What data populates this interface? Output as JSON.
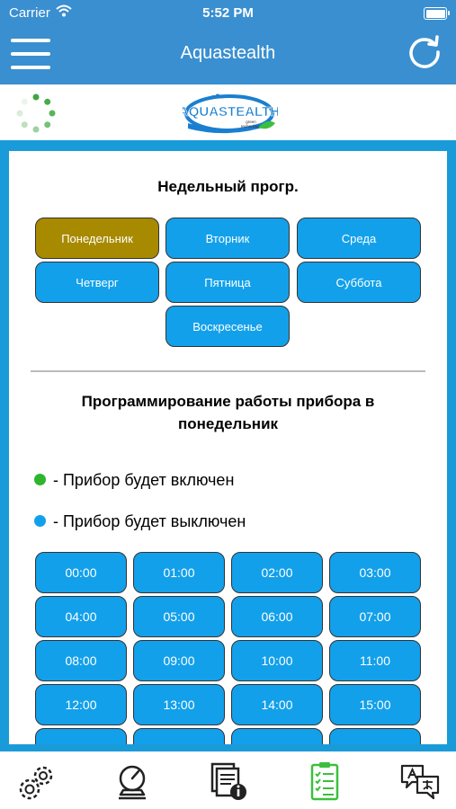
{
  "status_bar": {
    "carrier": "Carrier",
    "time": "5:52 PM"
  },
  "nav": {
    "title": "Aquastealth"
  },
  "logo": {
    "text": "AQUASTEALTH",
    "tagline_1": "green",
    "tagline_2": "technology"
  },
  "weekly": {
    "title": "Недельный прогр.",
    "days": [
      "Понедельник",
      "Вторник",
      "Среда",
      "Четверг",
      "Пятница",
      "Суббота",
      "Воскресенье"
    ],
    "selected": "Понедельник"
  },
  "programming": {
    "title": "Программирование работы прибора в понедельник",
    "legend_on": "- Прибор будет включен",
    "legend_off": "- Прибор будет выключен",
    "hours": [
      "00:00",
      "01:00",
      "02:00",
      "03:00",
      "04:00",
      "05:00",
      "06:00",
      "07:00",
      "08:00",
      "09:00",
      "10:00",
      "11:00",
      "12:00",
      "13:00",
      "14:00",
      "15:00"
    ]
  },
  "colors": {
    "nav_background": "#3a8fd0",
    "page_background": "#1a9bd9",
    "button_blue": "#13a0ea",
    "button_selected": "#a88a00",
    "legend_on": "#2db52d",
    "legend_off": "#13a0ea",
    "tab_active": "#3cbf3c"
  },
  "tabs": [
    {
      "icon": "gears-icon"
    },
    {
      "icon": "gauge-icon"
    },
    {
      "icon": "documents-info-icon"
    },
    {
      "icon": "checklist-icon",
      "active": true
    },
    {
      "icon": "translate-icon"
    }
  ]
}
